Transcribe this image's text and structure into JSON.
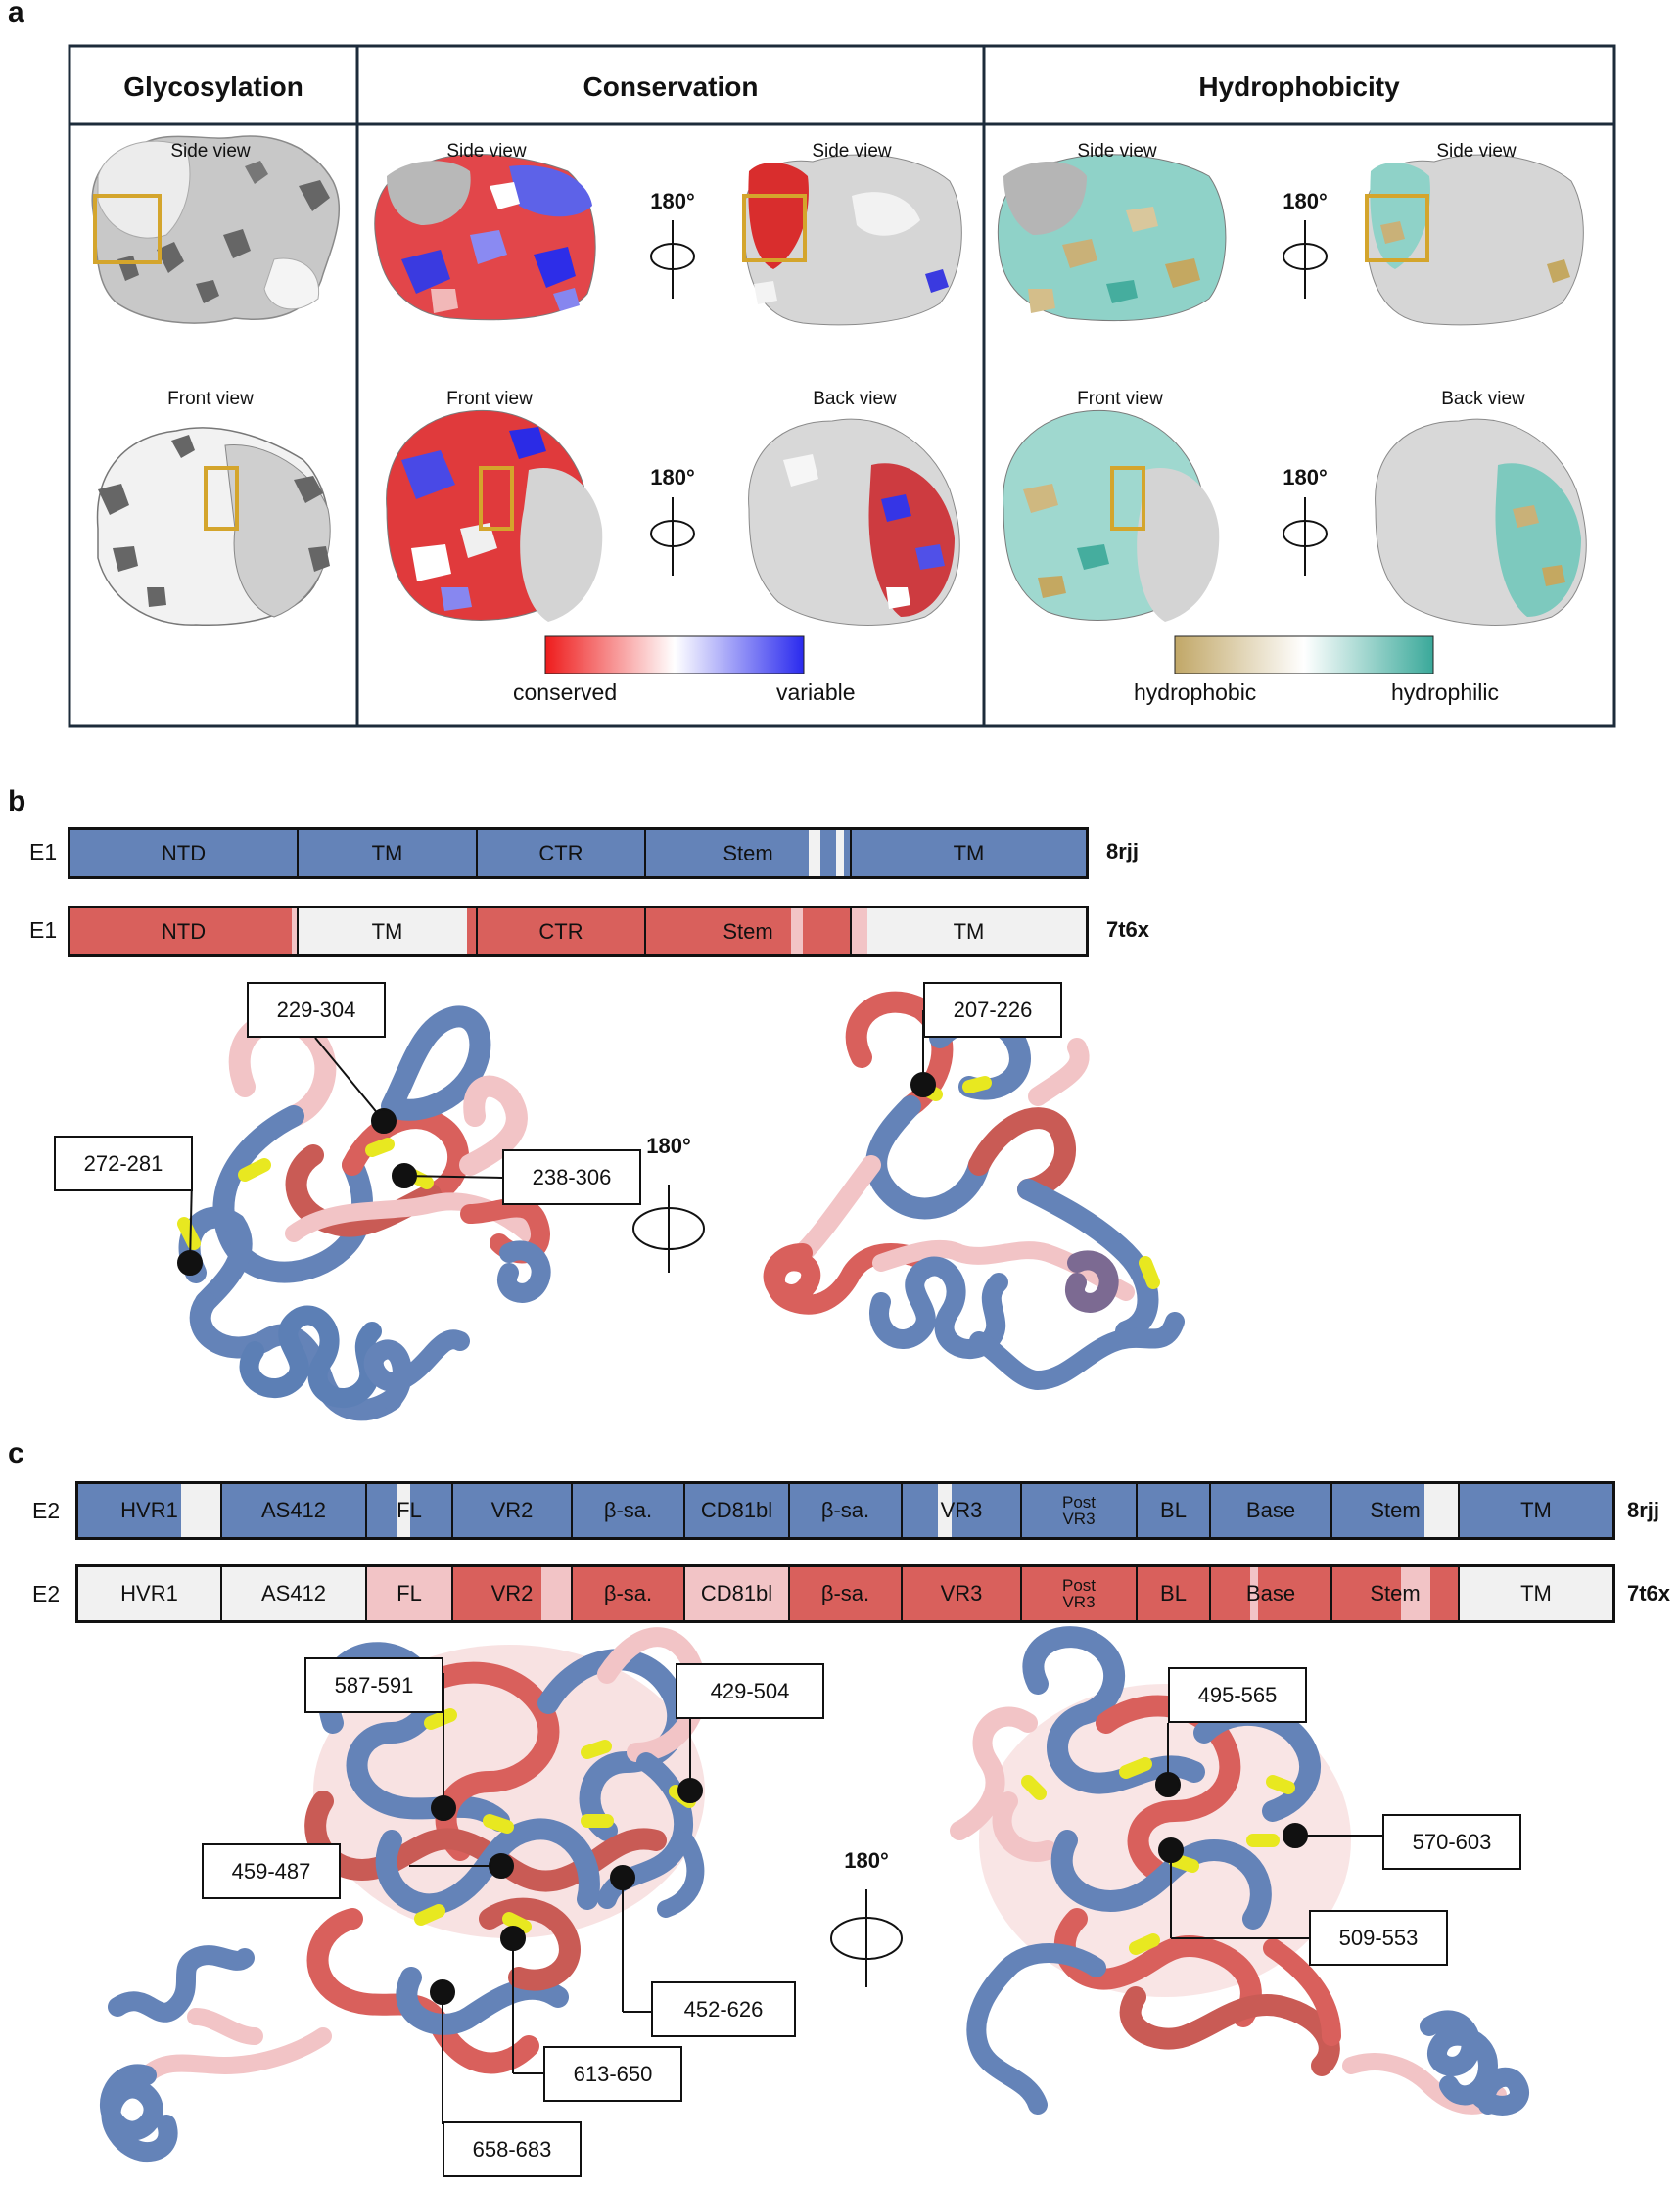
{
  "panels": {
    "a": "a",
    "b": "b",
    "c": "c"
  },
  "panel_a": {
    "headers": {
      "glycosylation": "Glycosylation",
      "conservation": "Conservation",
      "hydrophobicity": "Hydrophobicity"
    },
    "views": {
      "side": "Side view",
      "front": "Front view",
      "back": "Back view"
    },
    "rotation": "180°",
    "conservation_scale": {
      "low": "conserved",
      "high": "variable",
      "colors": [
        "#ee1c1c",
        "#ffffff",
        "#2a2aee"
      ]
    },
    "hydrophobicity_scale": {
      "low": "hydrophobic",
      "high": "hydrophilic",
      "colors": [
        "#c1a767",
        "#ffffff",
        "#3aa99a"
      ]
    }
  },
  "panel_b": {
    "protein": "E1",
    "rotation": "180°",
    "tracks": [
      {
        "pdb": "8rjj",
        "segments": [
          "NTD",
          "TM",
          "CTR",
          "Stem",
          "TM"
        ]
      },
      {
        "pdb": "7t6x",
        "segments": [
          "NTD",
          "TM",
          "CTR",
          "Stem",
          "TM"
        ]
      }
    ],
    "disulfides": [
      "229-304",
      "272-281",
      "238-306",
      "207-226"
    ]
  },
  "panel_c": {
    "protein": "E2",
    "rotation": "180°",
    "tracks": [
      {
        "pdb": "8rjj",
        "segments": [
          "HVR1",
          "AS412",
          "FL",
          "VR2",
          "β-sa.",
          "CD81bl",
          "β-sa.",
          "VR3",
          "Post VR3",
          "BL",
          "Base",
          "Stem",
          "TM"
        ]
      },
      {
        "pdb": "7t6x",
        "segments": [
          "HVR1",
          "AS412",
          "FL",
          "VR2",
          "β-sa.",
          "CD81bl",
          "β-sa.",
          "VR3",
          "Post VR3",
          "BL",
          "Base",
          "Stem",
          "TM"
        ]
      }
    ],
    "disulfides": [
      "587-591",
      "429-504",
      "459-487",
      "452-626",
      "613-650",
      "658-683",
      "495-565",
      "570-603",
      "509-553"
    ]
  },
  "colors": {
    "blue": "#6483b8",
    "red": "#d9605c",
    "pink": "#f2c4c6",
    "grey": "#f1f1f1",
    "yellow": "#e8e820"
  }
}
